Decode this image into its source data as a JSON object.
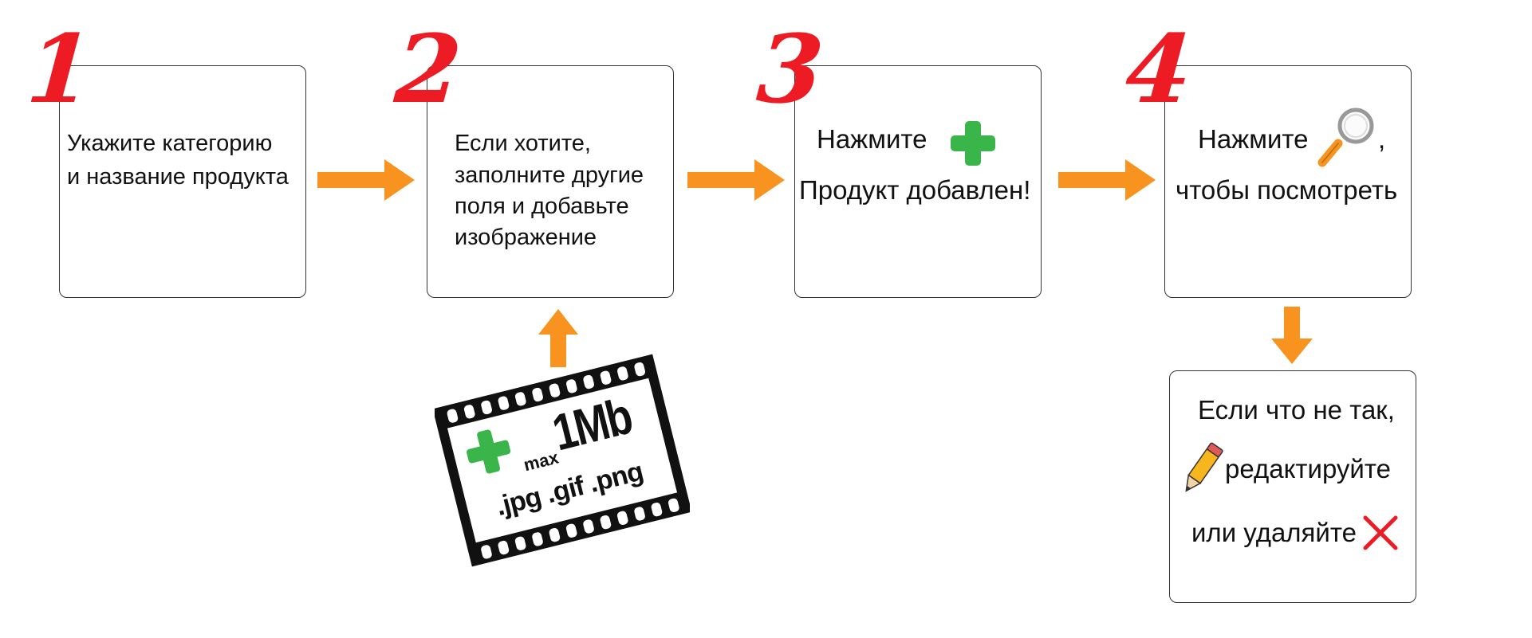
{
  "steps": [
    {
      "number": "1",
      "lines": [
        "Укажите категорию",
        "и название продукта"
      ]
    },
    {
      "number": "2",
      "lines": [
        "Если хотите,",
        "заполните другие",
        "поля и добавьте",
        "изображение"
      ]
    },
    {
      "number": "3",
      "line1": "Нажмите",
      "line2": "Продукт добавлен!"
    },
    {
      "number": "4",
      "line1": "Нажмите",
      "line1_suffix": ",",
      "line2": "чтобы посмотреть"
    }
  ],
  "extra_box": {
    "line1": "Если что не так,",
    "line2": "редактируйте",
    "line3": "или удаляйте"
  },
  "film": {
    "max": "max",
    "size": "1Mb",
    "formats": ".jpg .gif .png"
  },
  "colors": {
    "number": "#ed1c24",
    "arrow": "#f7931e",
    "plus": "#39b54a",
    "cross": "#ed1c24"
  },
  "icons": [
    "plus-icon",
    "magnifier-icon",
    "pencil-icon",
    "cross-icon",
    "film-strip-icon"
  ]
}
